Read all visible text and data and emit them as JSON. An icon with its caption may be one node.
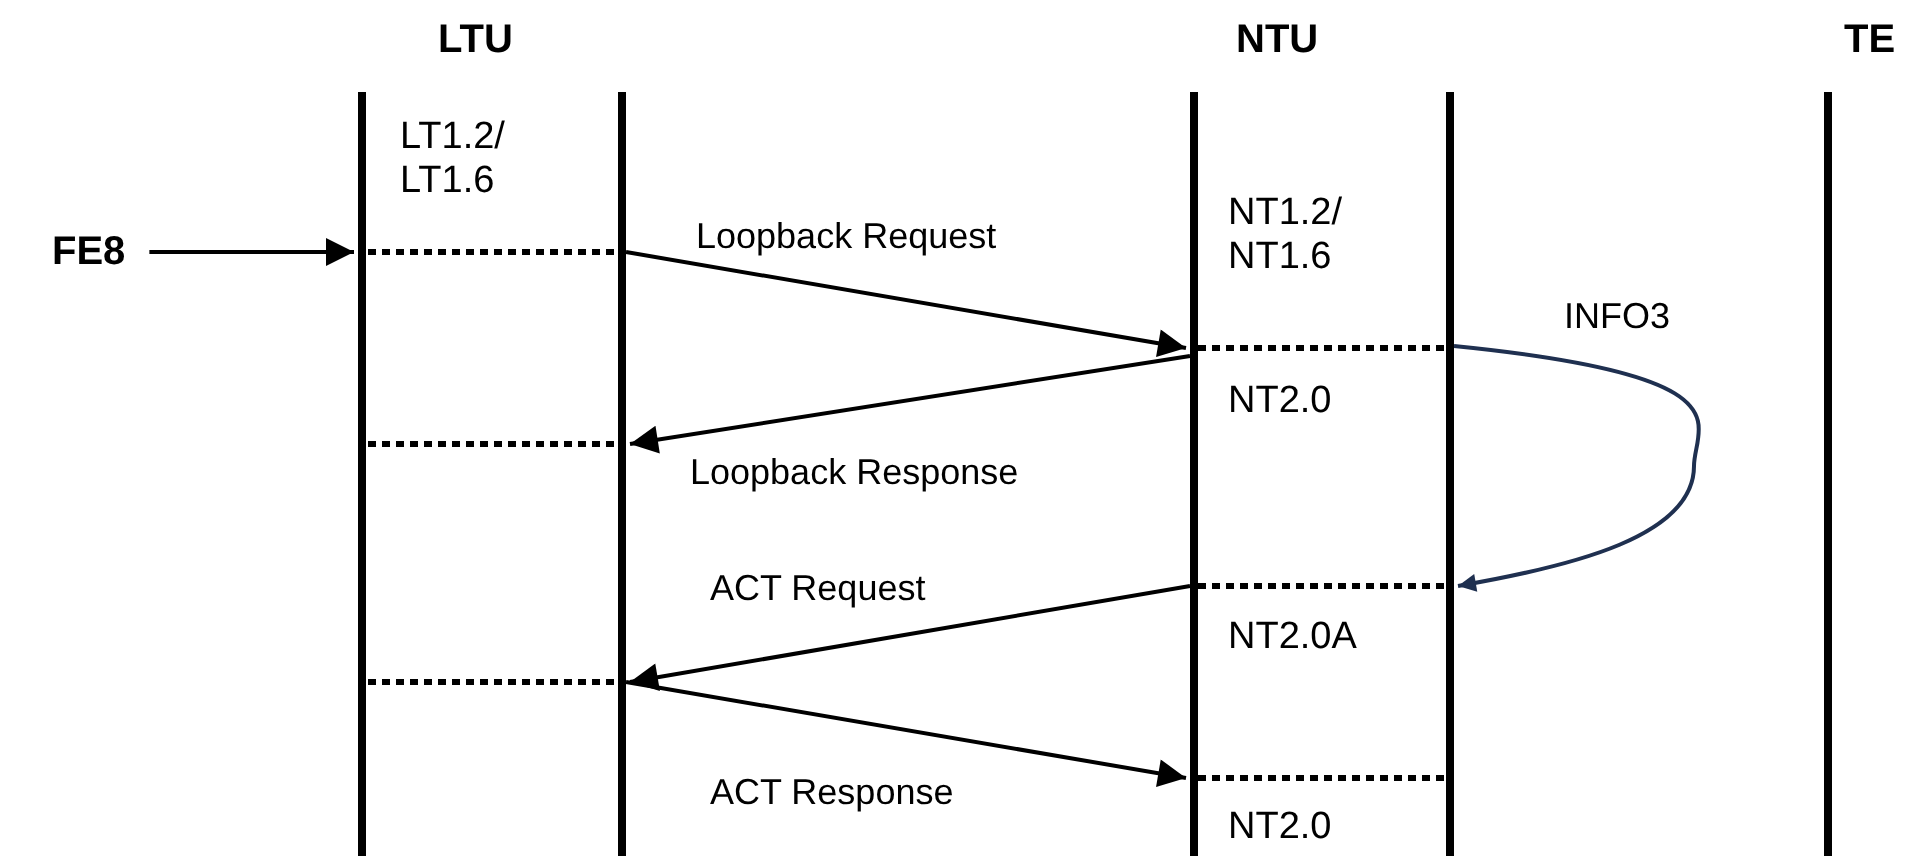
{
  "diagram": {
    "nodes": [
      {
        "text": [
          "LTU"
        ]
      },
      {
        "text": [
          "NTU"
        ]
      },
      {
        "text": [
          "TE"
        ]
      },
      {
        "text": [
          "FE8"
        ]
      }
    ],
    "edges": [
      {
        "from": 3,
        "to": 0,
        "arrow": "to"
      },
      {
        "from": 0,
        "to": 1,
        "arrow": "to",
        "label": "Loopback Request"
      },
      {
        "from": 1,
        "to": 0,
        "arrow": "to",
        "label": "Loopback Response"
      },
      {
        "from": 1,
        "to": 1,
        "arrow": "to",
        "label": "INFO3",
        "color": "#1f3050"
      },
      {
        "from": 1,
        "to": 0,
        "arrow": "to",
        "label": "ACT Request"
      },
      {
        "from": 0,
        "to": 1,
        "arrow": "to",
        "label": "ACT Response"
      }
    ],
    "labels": [
      "LT1.2/ LT1.6",
      "NT1.2/ NT1.6",
      "NT2.0",
      "NT2.0A",
      "NT2.0"
    ]
  }
}
